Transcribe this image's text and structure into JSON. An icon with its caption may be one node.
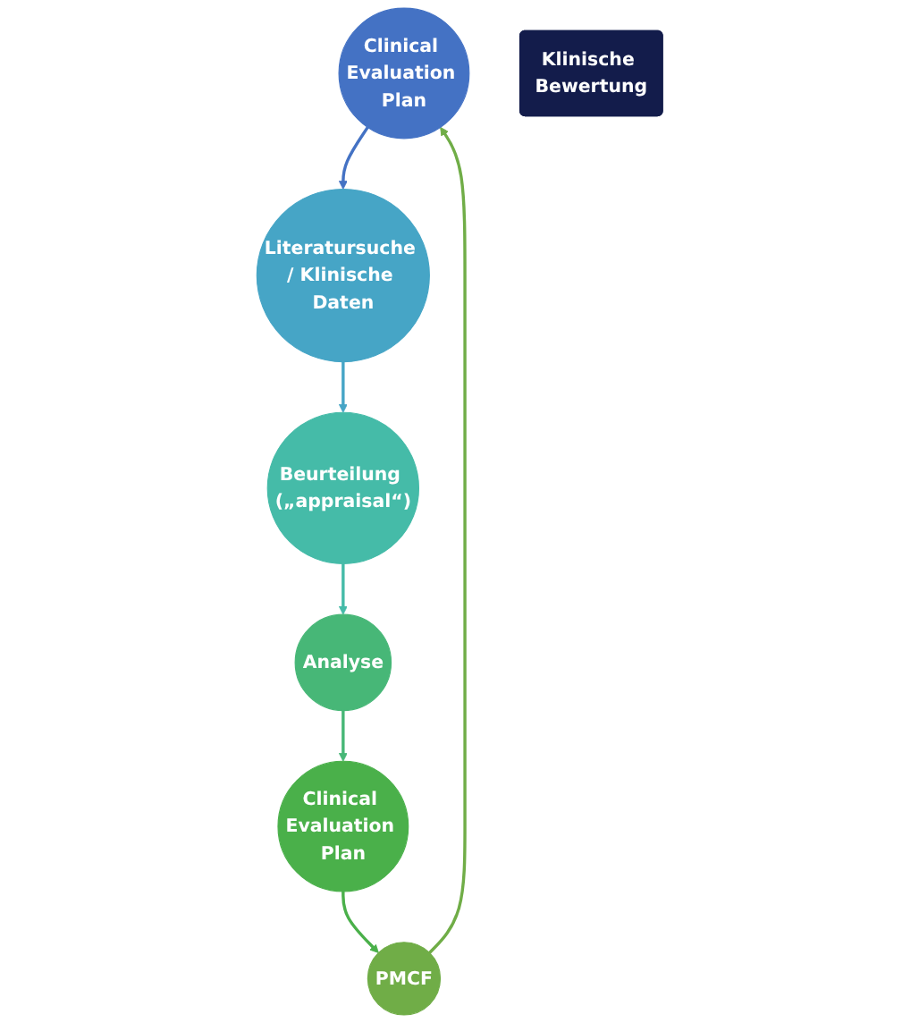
{
  "diagram": {
    "nodes": [
      {
        "text": [
          "Clinical Evaluation Plan"
        ]
      },
      {
        "text": [
          "PMCF"
        ]
      },
      {
        "text": [
          "Literatursuche / Klinische Daten"
        ]
      },
      {
        "text": [
          "Klinische Bewertung"
        ]
      },
      {
        "text": [
          "Beurteilung („appraisal“)"
        ]
      },
      {
        "text": [
          "Clinical Evaluation Plan"
        ]
      },
      {
        "text": [
          "Analyse"
        ]
      }
    ],
    "edges": [
      {
        "from": 0,
        "to": 2,
        "arrow": "to",
        "color": "#4472c4"
      },
      {
        "from": 2,
        "to": 4,
        "arrow": "to",
        "color": "#46a5c6"
      },
      {
        "from": 4,
        "to": 6,
        "arrow": "to",
        "color": "#45bba8"
      },
      {
        "from": 6,
        "to": 5,
        "arrow": "to",
        "color": "#47b777"
      },
      {
        "from": 5,
        "to": 1,
        "arrow": "to",
        "color": "#4ab04a"
      },
      {
        "from": 1,
        "to": 0,
        "arrow": "to",
        "color": "#70ad47"
      }
    ]
  }
}
